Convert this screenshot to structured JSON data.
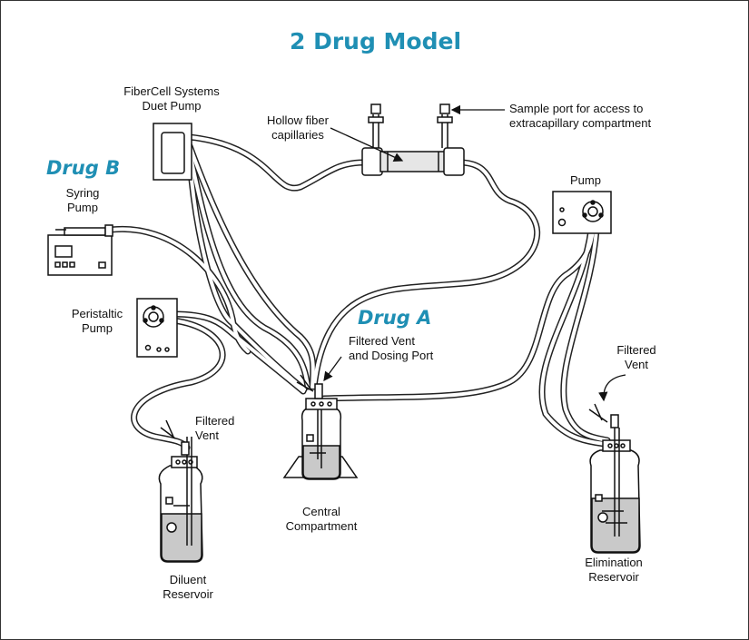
{
  "title": "2 Drug Model",
  "accent_color": "#1f8fb4",
  "labels": {
    "fibercell_line1": "FiberCell Systems",
    "fibercell_line2": "Duet Pump",
    "hollow_line1": "Hollow fiber",
    "hollow_line2": "capillaries",
    "sample_line1": "Sample port for access to",
    "sample_line2": "extracapillary compartment",
    "drug_b": "Drug B",
    "syringe_line1": "Syring",
    "syringe_line2": "Pump",
    "pump_right": "Pump",
    "peristaltic_line1": "Peristaltic",
    "peristaltic_line2": "Pump",
    "drug_a": "Drug A",
    "vent_dosing_line1": "Filtered Vent",
    "vent_dosing_line2": "and Dosing Port",
    "vent_left_line1": "Filtered",
    "vent_left_line2": "Vent",
    "vent_right_line1": "Filtered",
    "vent_right_line2": "Vent",
    "central_line1": "Central",
    "central_line2": "Compartment",
    "diluent_line1": "Diluent",
    "diluent_line2": "Reservoir",
    "elimination_line1": "Elimination",
    "elimination_line2": "Reservoir"
  }
}
